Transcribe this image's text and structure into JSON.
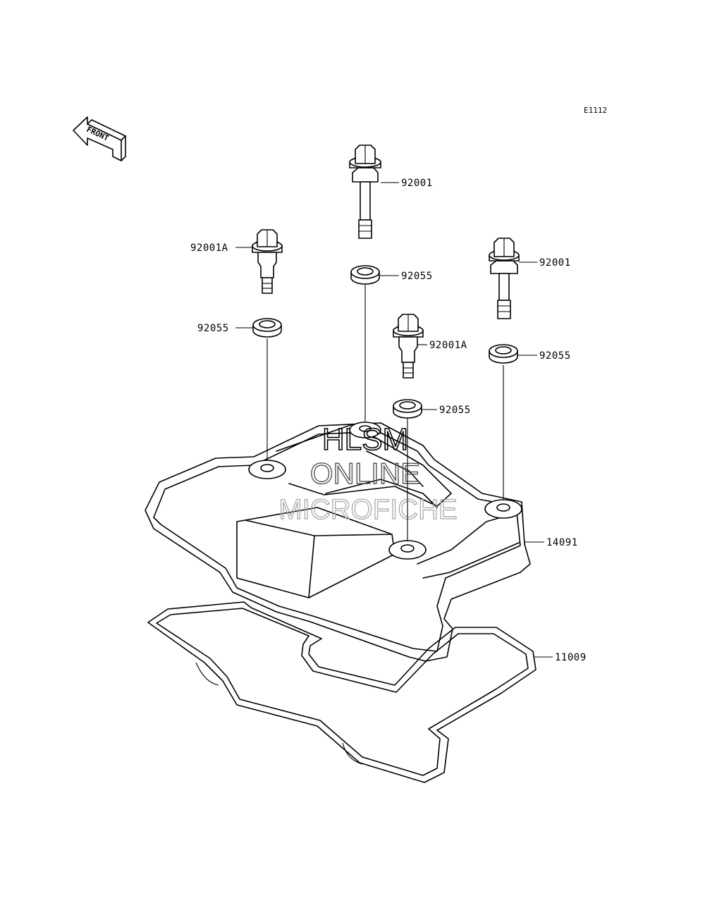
{
  "diagram_code": "E1112",
  "front_label": "FRONT",
  "watermark": {
    "line1": "HLSM",
    "line2": "ONLINE",
    "line3": "MICROFICHE"
  },
  "parts": [
    {
      "id": "bolt-top-center",
      "number": "92001"
    },
    {
      "id": "bolt-left",
      "number": "92001A"
    },
    {
      "id": "bolt-right",
      "number": "92001"
    },
    {
      "id": "washer-center",
      "number": "92055"
    },
    {
      "id": "washer-left",
      "number": "92055"
    },
    {
      "id": "bolt-center",
      "number": "92001A"
    },
    {
      "id": "washer-right",
      "number": "92055"
    },
    {
      "id": "washer-center-lower",
      "number": "92055"
    },
    {
      "id": "head-cover",
      "number": "14091"
    },
    {
      "id": "cover-gasket",
      "number": "11009"
    }
  ]
}
